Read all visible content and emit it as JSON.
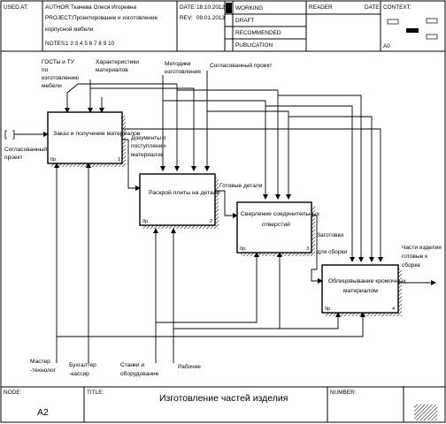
{
  "header": {
    "used_at": "USED AT:",
    "author_label": "AUTHOR:",
    "author_value": "Ткачева Олеся Игоревна",
    "project_label": "PROJECT:",
    "project_value_line1": "Проектирование и изготовление",
    "project_value_line2": "корпусной мебели",
    "notes_label": "NOTES:",
    "notes_value": "1 2 3 4 5 6 7 8 9 10",
    "date_label": "DATE:",
    "date_value": "18.10.2012",
    "rev_label": "REV:",
    "rev_value": "09.01.2013",
    "status": [
      "WORKING",
      "DRAFT",
      "RECOMMENDED",
      "PUBLICATION"
    ],
    "reader_label": "READER",
    "date_col_label": "DATE",
    "context_label": "CONTEXT:",
    "context_node": "A0"
  },
  "boxes": [
    {
      "title_lines": [
        "Заказ и получение материалов"
      ],
      "cost": "0р.",
      "number": "1"
    },
    {
      "title_lines": [
        "Раскрой плиты на детали"
      ],
      "cost": "0р.",
      "number": "2"
    },
    {
      "title_lines": [
        "Сверление соединительных",
        "отверстий"
      ],
      "cost": "0р.",
      "number": "3"
    },
    {
      "title_lines": [
        "Облицовывание кромочных",
        "материалом"
      ],
      "cost": "0р.",
      "number": "4"
    }
  ],
  "arrows": {
    "control_gost": [
      "ГОСТы и ТУ",
      "по",
      "изготовлению",
      "мебели"
    ],
    "control_characteristics": [
      "Характеристики",
      "материалов"
    ],
    "control_methods": [
      "Методики",
      "изготовления"
    ],
    "control_project": [
      "Согласованный проект"
    ],
    "input_project": [
      "Согласованный",
      "проект"
    ],
    "docs_received": [
      "Документы о",
      "поступлении",
      "материалов"
    ],
    "ready_parts": [
      "Готовые детали"
    ],
    "blanks": [
      "Заготовки",
      "для сборки"
    ],
    "output_parts": [
      "Части изделия",
      "готовые к",
      "сборке"
    ],
    "mech_master": [
      "Мастер",
      "-технолог"
    ],
    "mech_accountant": [
      "Бухгалтер",
      "-кассир"
    ],
    "mech_machines": [
      "Станки и",
      "оборудование"
    ],
    "mech_workers": [
      "Рабочие"
    ]
  },
  "footer": {
    "node_label": "NODE:",
    "node_value": "A2",
    "title_label": "TITLE:",
    "title_value": "Изготовление частей изделия",
    "number_label": "NUMBER:"
  }
}
